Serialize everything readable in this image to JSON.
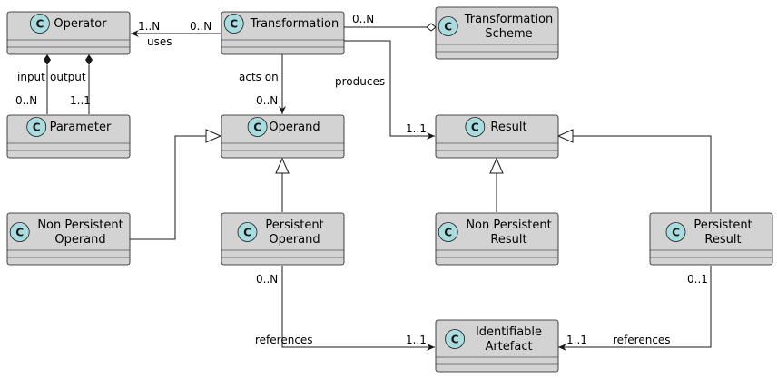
{
  "classes": {
    "operator": {
      "name": [
        "Operator"
      ]
    },
    "transformation": {
      "name": [
        "Transformation"
      ]
    },
    "transformation_scheme": {
      "name": [
        "Transformation",
        "Scheme"
      ]
    },
    "parameter": {
      "name": [
        "Parameter"
      ]
    },
    "operand": {
      "name": [
        "Operand"
      ]
    },
    "result": {
      "name": [
        "Result"
      ]
    },
    "non_persistent_operand": {
      "name": [
        "Non Persistent",
        "Operand"
      ]
    },
    "persistent_operand": {
      "name": [
        "Persistent",
        "Operand"
      ]
    },
    "non_persistent_result": {
      "name": [
        "Non Persistent",
        "Result"
      ]
    },
    "persistent_result": {
      "name": [
        "Persistent",
        "Result"
      ]
    },
    "identifiable_artefact": {
      "name": [
        "Identifiable",
        "Artefact"
      ]
    }
  },
  "class_badge_letter": "C",
  "relations": {
    "uses": {
      "label": "uses",
      "source_mult": "0..N",
      "target_mult": "1..N"
    },
    "scheme": {
      "source_mult": "0..N"
    },
    "input": {
      "label": "input",
      "target_mult": "0..N"
    },
    "output": {
      "label": "output",
      "target_mult": "1..1"
    },
    "acts_on": {
      "label": "acts on",
      "target_mult": "0..N"
    },
    "produces": {
      "label": "produces",
      "target_mult": "1..1"
    },
    "op_references": {
      "label": "references",
      "source_mult": "0..N",
      "target_mult": "1..1"
    },
    "res_references": {
      "label": "references",
      "source_mult": "0..1",
      "target_mult": "1..1"
    }
  },
  "colors": {
    "box_fill": "#d3d3d3",
    "badge_fill": "#a9dcdf",
    "line": "#181818"
  }
}
